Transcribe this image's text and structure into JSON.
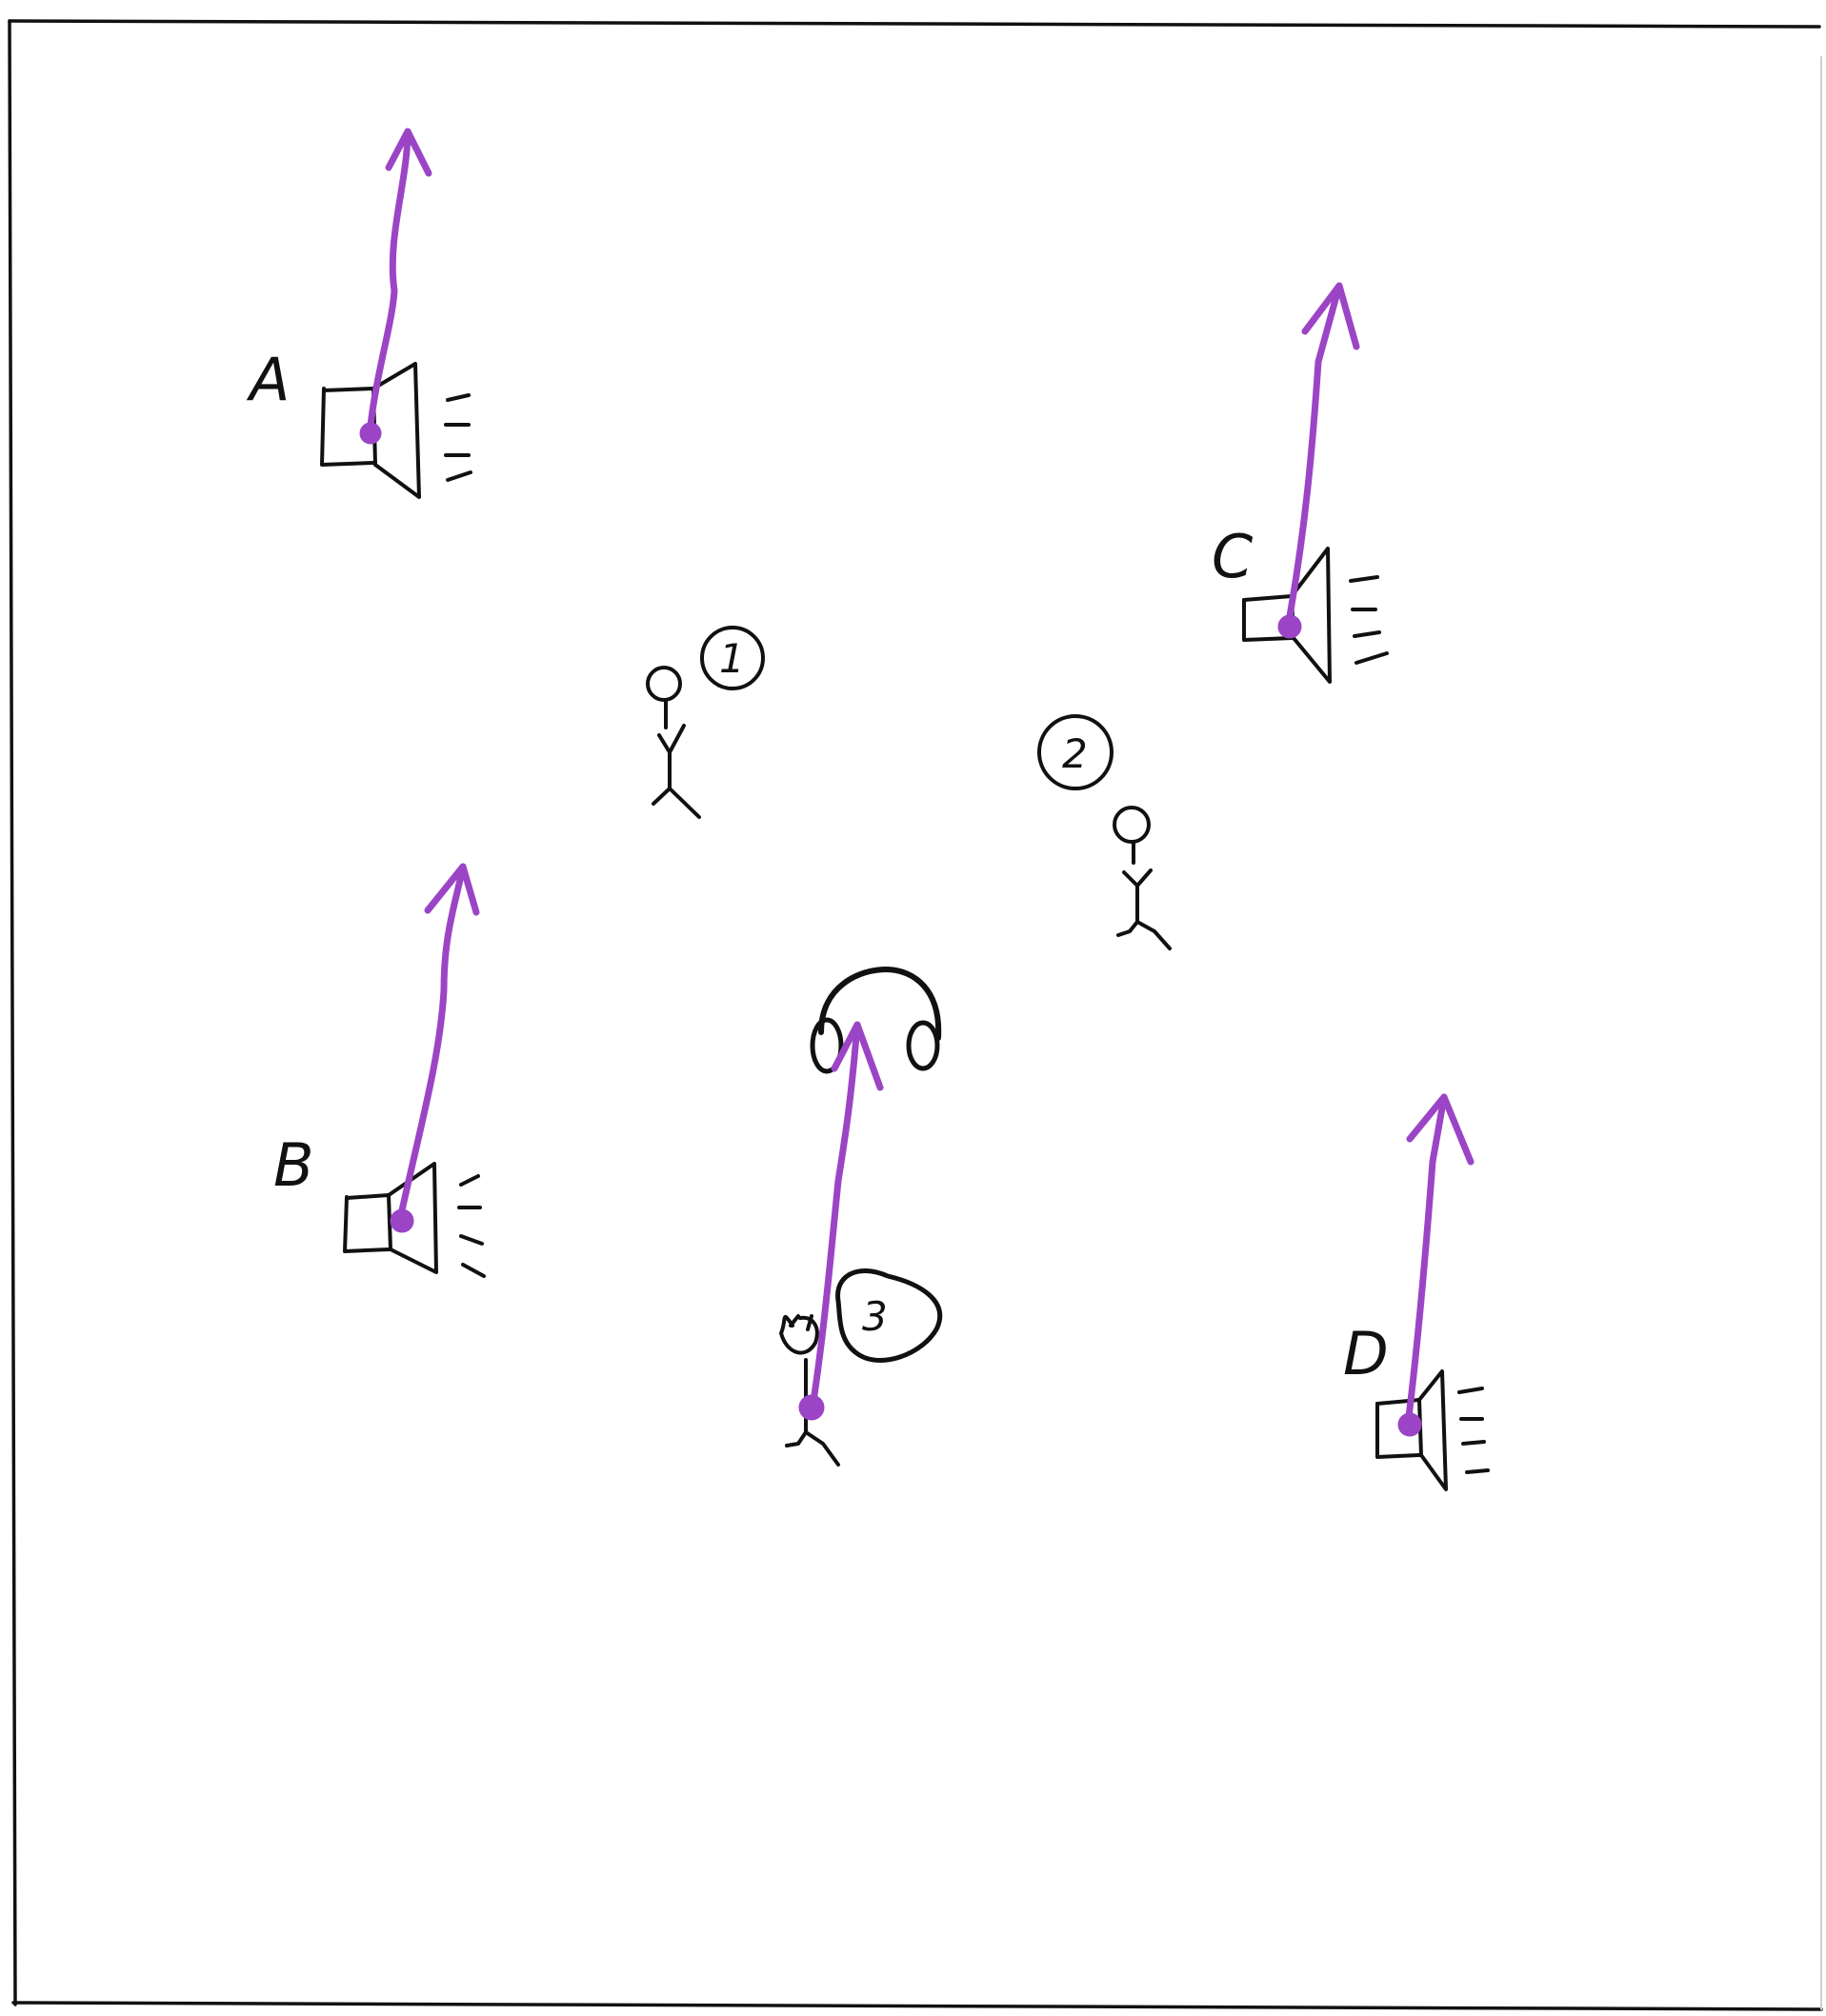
{
  "colors": {
    "ink": "#111111",
    "arrow": "#9b45c6",
    "background": "#ffffff"
  },
  "speakers": [
    {
      "label": "A",
      "icon": "speaker-icon",
      "direction_arrow": "up"
    },
    {
      "label": "B",
      "icon": "speaker-icon",
      "direction_arrow": "up"
    },
    {
      "label": "C",
      "icon": "speaker-icon",
      "direction_arrow": "up"
    },
    {
      "label": "D",
      "icon": "speaker-icon",
      "direction_arrow": "up"
    }
  ],
  "listeners": [
    {
      "number": "1",
      "icon": "person-icon",
      "direction_arrow": "none"
    },
    {
      "number": "2",
      "icon": "person-icon",
      "direction_arrow": "none"
    },
    {
      "number": "3",
      "icon": "person-icon",
      "direction_arrow": "up",
      "wears": "headphones-icon"
    }
  ]
}
